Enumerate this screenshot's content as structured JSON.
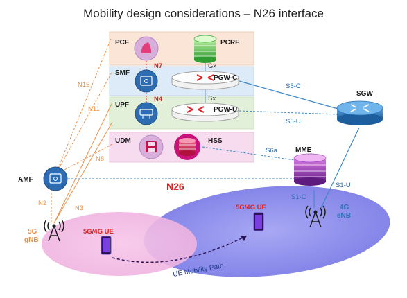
{
  "title": "Mobility design considerations – N26 interface",
  "nodes": {
    "pcf": "PCF",
    "pcrf": "PCRF",
    "smf": "SMF",
    "pgwc": "PGW-C",
    "upf": "UPF",
    "pgwu": "PGW-U",
    "udm": "UDM",
    "hss": "HSS",
    "amf": "AMF",
    "mme": "MME",
    "sgw": "SGW",
    "gnb": "5G\ngNB",
    "gnb_line1": "5G",
    "gnb_line2": "gNB",
    "enb_line1": "4G",
    "enb_line2": "eNB",
    "ue_left": "5G/4G UE",
    "ue_right": "5G/4G UE"
  },
  "interfaces": {
    "n7": "N7",
    "n4": "N4",
    "gx": "Gx",
    "sx": "Sx",
    "n15": "N15",
    "n11": "N11",
    "n8": "N8",
    "n2": "N2",
    "n3": "N3",
    "s5c": "S5-C",
    "s5u": "S5-U",
    "s6a": "S6a",
    "s1c": "S1-C",
    "s1u": "S1-U",
    "n26": "N26"
  },
  "path_label": "UE Mobility Path",
  "colors": {
    "orange": "#e8904a",
    "blue_line": "#3b86c6",
    "red": "#e02020",
    "pcf_band": "#fbe5d6",
    "smf_band": "#dcebf7",
    "upf_band": "#e2f0d9",
    "udm_band": "#f7dcef"
  }
}
